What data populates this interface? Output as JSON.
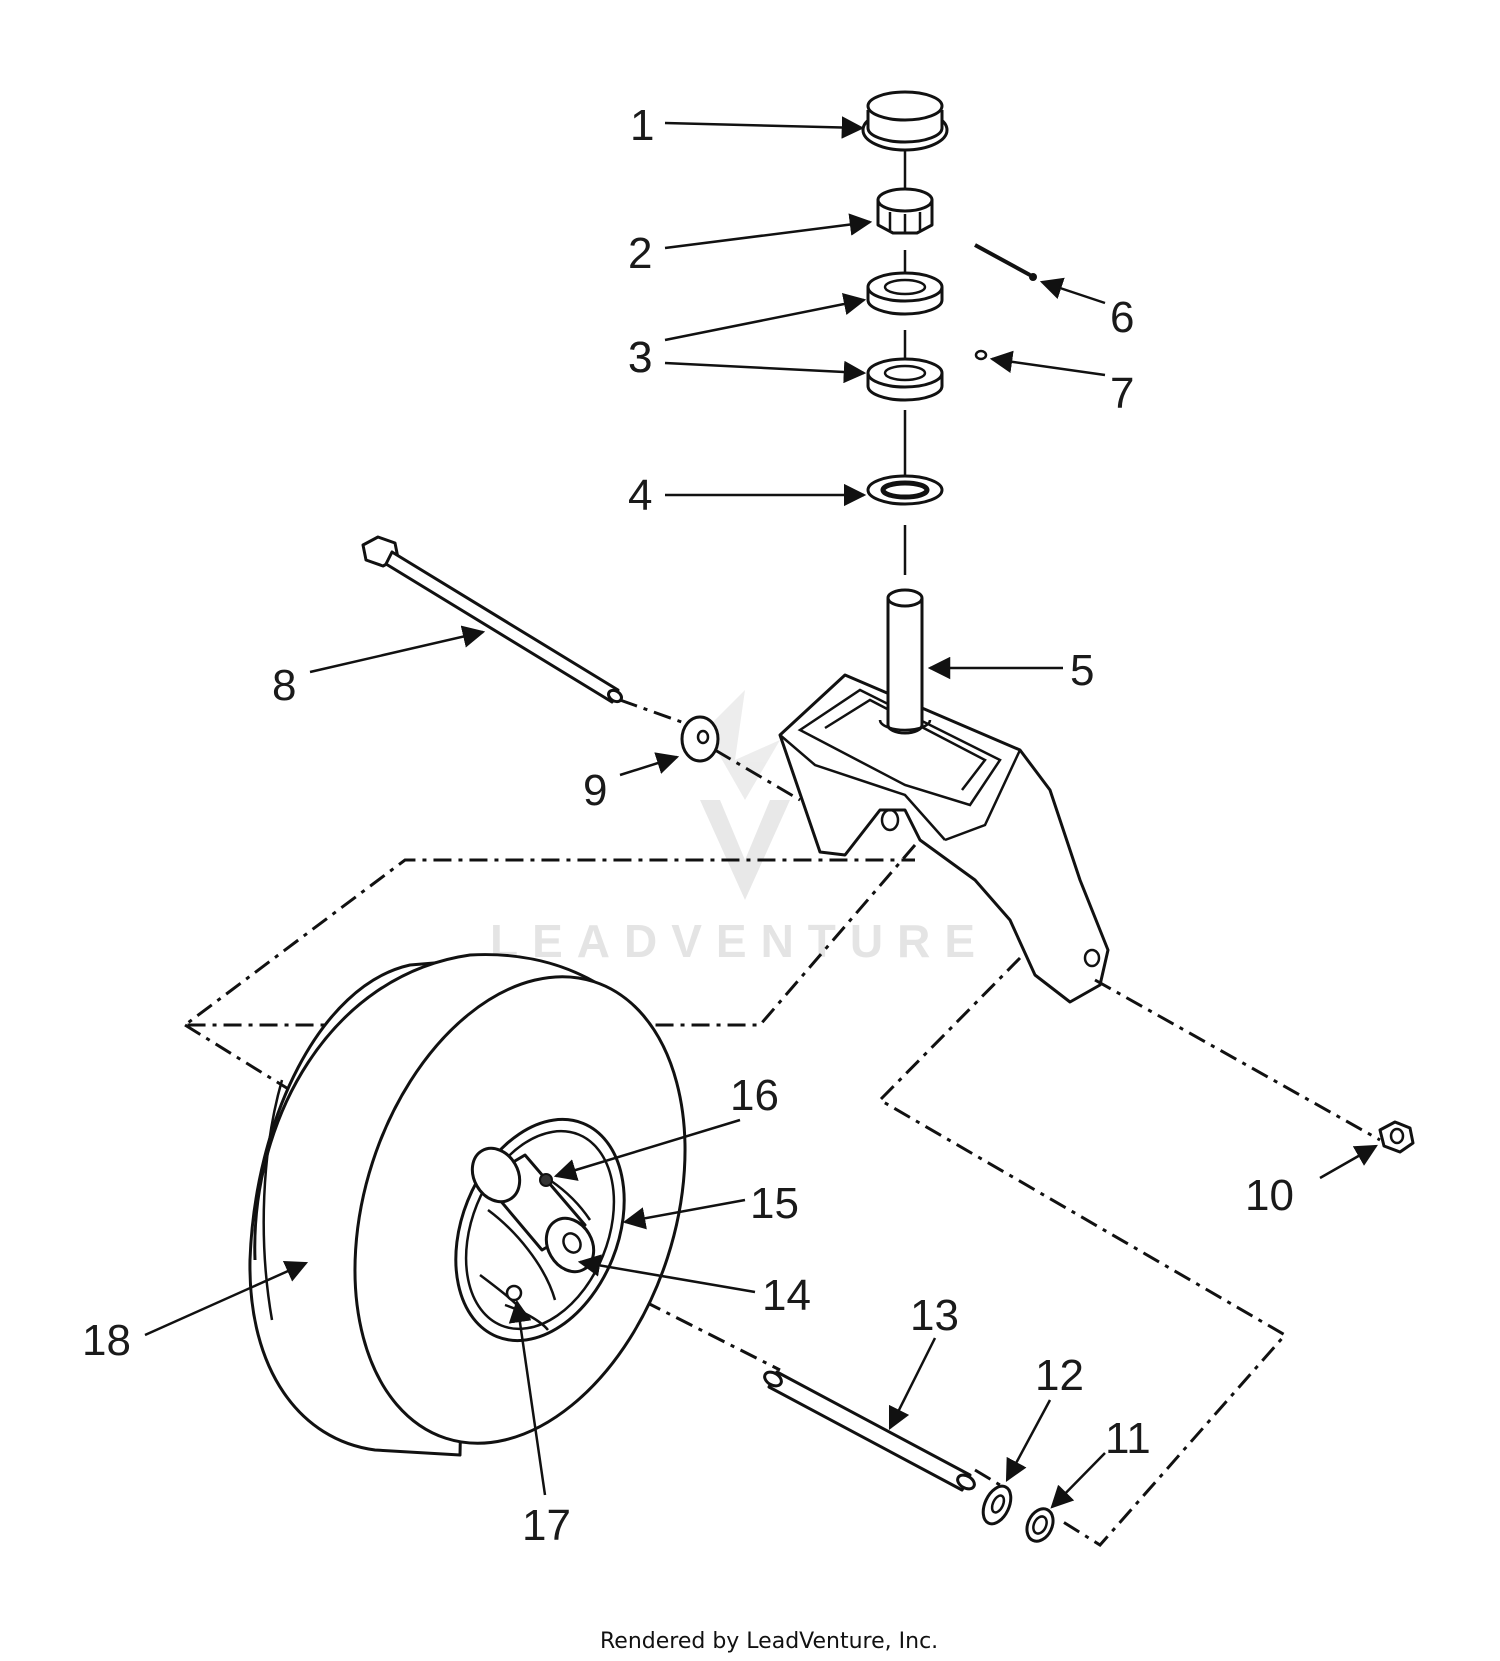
{
  "callouts": {
    "c1": "1",
    "c2": "2",
    "c3a": "3",
    "c3b": "3",
    "c4": "4",
    "c5": "5",
    "c6": "6",
    "c7": "7",
    "c8": "8",
    "c9": "9",
    "c10": "10",
    "c11": "11",
    "c12": "12",
    "c13": "13",
    "c14": "14",
    "c15": "15",
    "c16": "16",
    "c17": "17",
    "c18": "18"
  },
  "watermark": "LEADVENTURE",
  "footer": "Rendered by LeadVenture, Inc."
}
